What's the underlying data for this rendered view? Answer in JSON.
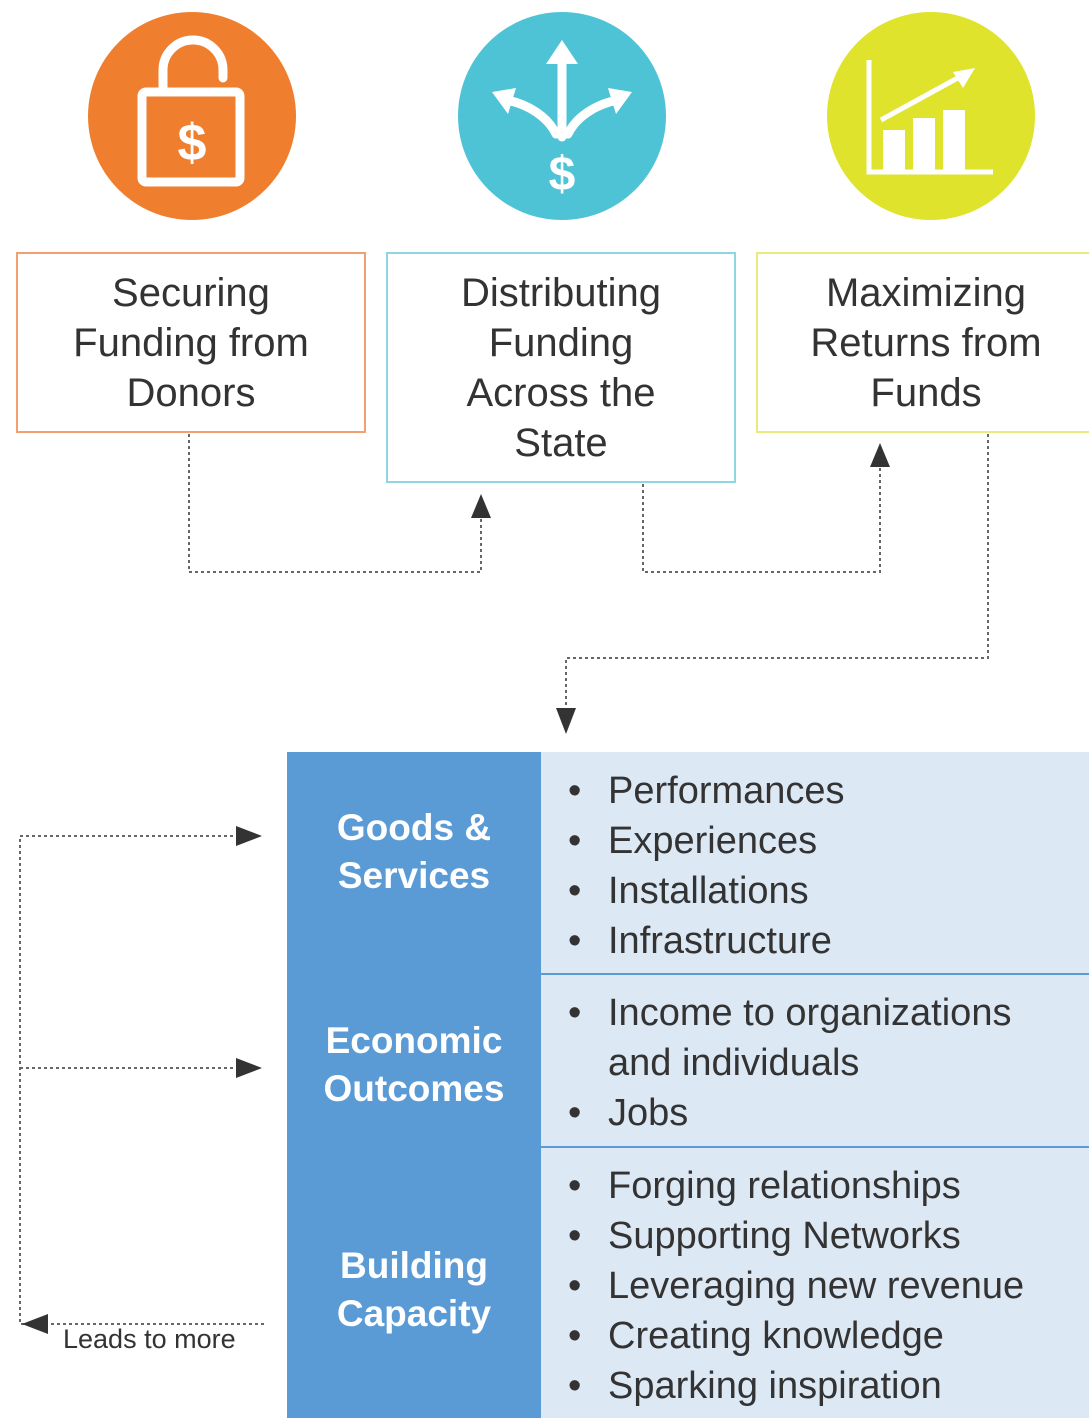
{
  "stages": [
    {
      "id": "securing",
      "label": "Securing\nFunding from\nDonors",
      "color": "#ef7f2e",
      "icon": "unlocked-padlock-dollar-icon"
    },
    {
      "id": "distributing",
      "label": "Distributing\nFunding\nAcross the\nState",
      "color": "#4fc3d6",
      "icon": "branching-arrows-dollar-icon"
    },
    {
      "id": "maximizing",
      "label": "Maximizing\nReturns from\nFunds",
      "color": "#dfe32c",
      "icon": "rising-bar-chart-icon"
    }
  ],
  "icon_symbol": "$",
  "outcomes": {
    "categories": [
      {
        "label": "Goods &\nServices",
        "items": [
          "Performances",
          "Experiences",
          "Installations",
          "Infrastructure"
        ]
      },
      {
        "label": "Economic\nOutcomes",
        "items": [
          "Income to organizations\nand individuals",
          "Jobs"
        ]
      },
      {
        "label": "Building\nCapacity",
        "items": [
          "Forging relationships",
          "Supporting Networks",
          "Leveraging new revenue",
          "Creating knowledge",
          "Sparking inspiration"
        ]
      }
    ],
    "header_color": "#5b9bd5",
    "list_color": "#dde8f5"
  },
  "feedback_label": "Leads to more"
}
